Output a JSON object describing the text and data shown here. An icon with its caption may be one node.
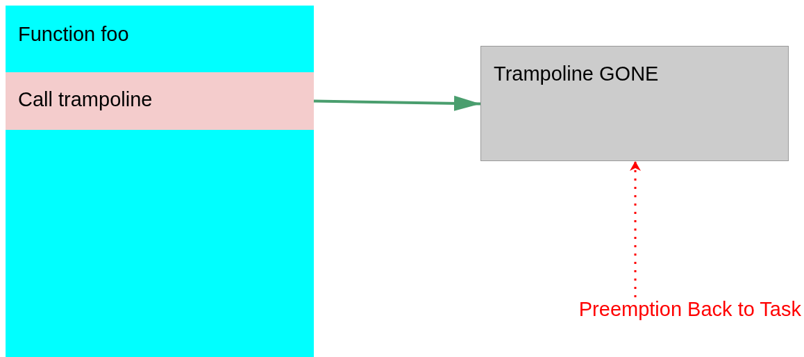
{
  "diagram": {
    "nodes": [
      {
        "text": [
          "Function foo"
        ]
      },
      {
        "text": [
          "Call trampoline"
        ],
        "in": 0
      },
      {
        "text": [
          "Trampoline GONE"
        ]
      },
      {
        "text": [
          "Preemption Back to Task"
        ]
      }
    ],
    "edges": [
      {
        "from": 1,
        "to": 2,
        "arrow": "to",
        "color": "#4a9e6e"
      },
      {
        "from": 3,
        "to": 2,
        "arrow": "to",
        "style": "dashed",
        "color": "#ff0000"
      }
    ]
  }
}
